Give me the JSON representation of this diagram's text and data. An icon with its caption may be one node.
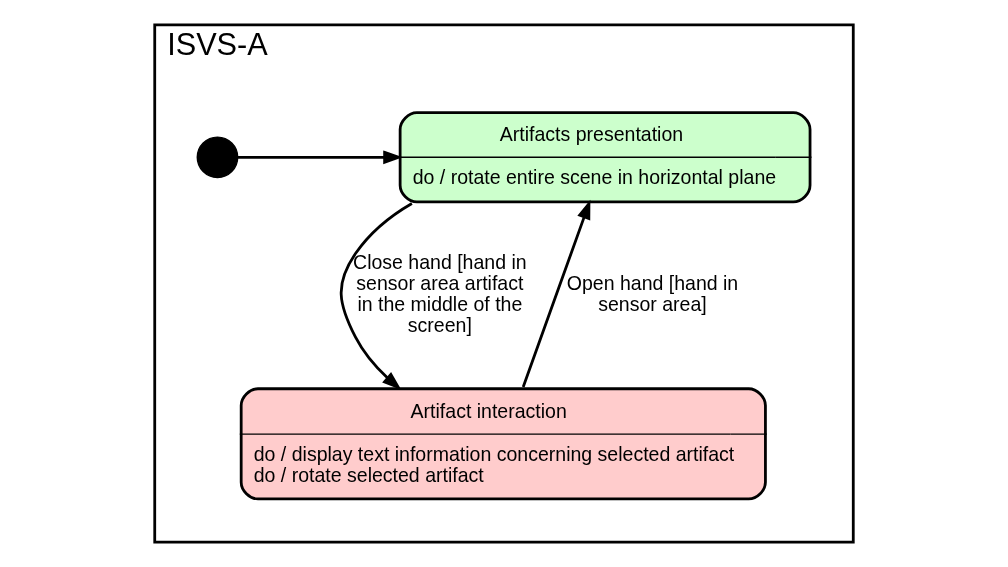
{
  "diagram": {
    "nodes": [
      {
        "text": [
          "ISVS-A"
        ]
      },
      {
        "text": [],
        "shape": "circle",
        "in": 0
      },
      {
        "text": [
          "Artifacts presentation",
          "do / rotate entire scene in horizontal plane"
        ],
        "in": 0
      },
      {
        "text": [
          "Artifact interaction",
          "do / display text information concerning selected artifact",
          "do / rotate selected artifact"
        ],
        "in": 0
      }
    ],
    "edges": [
      {
        "from": 1,
        "to": 2,
        "arrow": "to"
      },
      {
        "from": 2,
        "to": 3,
        "arrow": "to",
        "label": "Close hand [hand in sensor area artifact in the middle of the screen]"
      },
      {
        "from": 3,
        "to": 2,
        "arrow": "to",
        "label": "Open hand [hand in sensor area]"
      }
    ]
  }
}
